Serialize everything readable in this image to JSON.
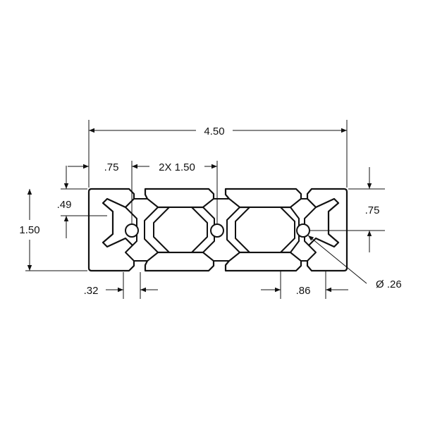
{
  "colors": {
    "line": "#111111",
    "background": "#ffffff"
  },
  "dimensions": {
    "overall_width": "4.50",
    "pitch": "2X 1.50",
    "left_offset": ".75",
    "slot_height": ".49",
    "overall_height": "1.50",
    "right_offset": ".75",
    "slot_opening": ".32",
    "slot_inner_width": ".86",
    "hole_diameter": "Ø .26"
  }
}
